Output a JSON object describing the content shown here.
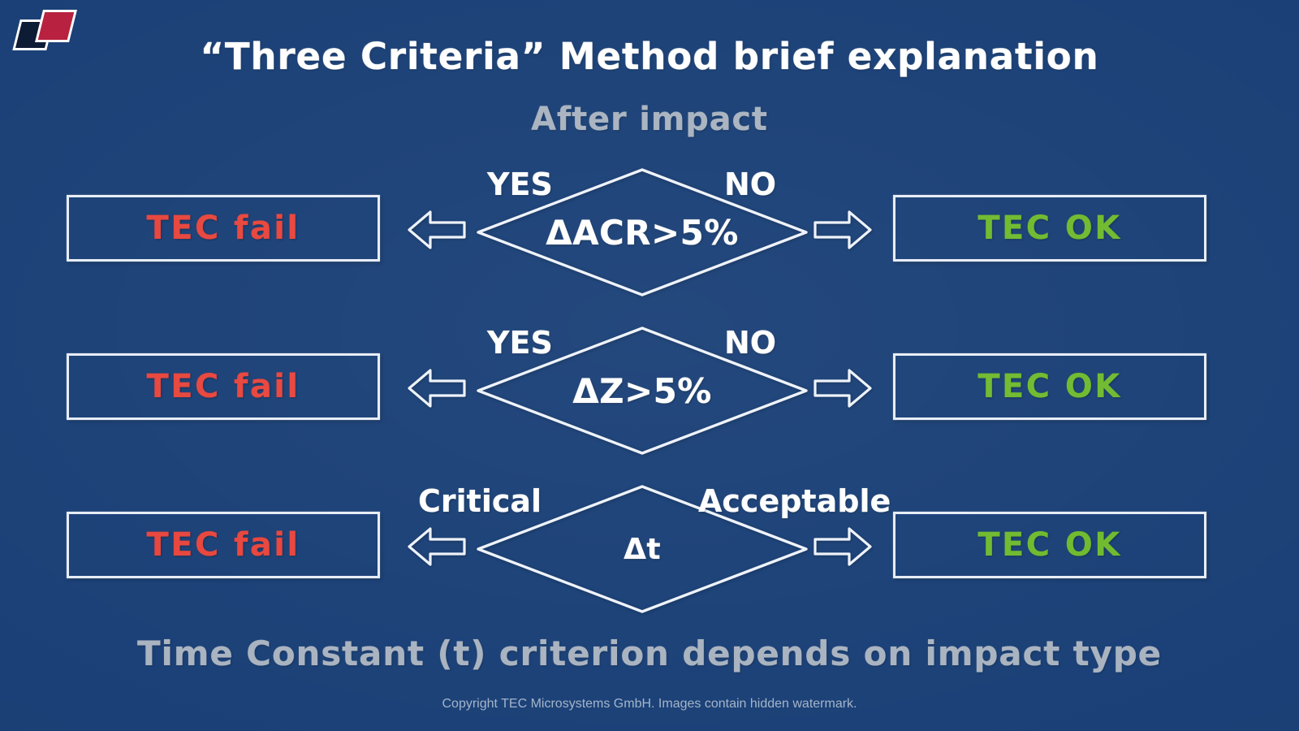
{
  "slide": {
    "title": "“Three Criteria” Method brief explanation",
    "subtitle": "After impact",
    "footnote": "Time Constant (t) criterion depends on impact type",
    "copyright": "Copyright TEC Microsystems GmbH. Images contain hidden watermark."
  },
  "logo": {
    "name": "tec-microsystems-logo",
    "dark_color": "#0d1b34",
    "red_color": "#b8213f",
    "outline_color": "#ffffff"
  },
  "colors": {
    "background": "#1a4077",
    "chalk_white": "#ffffff",
    "chalk_grey": "#a9b3c0",
    "fail_red": "#e8453c",
    "ok_green": "#6fba2e"
  },
  "rows": [
    {
      "id": "row-acr",
      "condition": "ΔACR>5%",
      "left_branch": "YES",
      "right_branch": "NO",
      "left_result": "TEC fail",
      "right_result": "TEC OK",
      "left_arrow": "arrow-left-icon",
      "right_arrow": "arrow-right-icon"
    },
    {
      "id": "row-z",
      "condition": "ΔZ>5%",
      "left_branch": "YES",
      "right_branch": "NO",
      "left_result": "TEC fail",
      "right_result": "TEC OK",
      "left_arrow": "arrow-left-icon",
      "right_arrow": "arrow-right-icon"
    },
    {
      "id": "row-tau",
      "condition": "Δt",
      "left_branch": "Critical",
      "right_branch": "Acceptable",
      "left_result": "TEC fail",
      "right_result": "TEC OK",
      "left_arrow": "arrow-left-icon",
      "right_arrow": "arrow-right-icon"
    }
  ]
}
